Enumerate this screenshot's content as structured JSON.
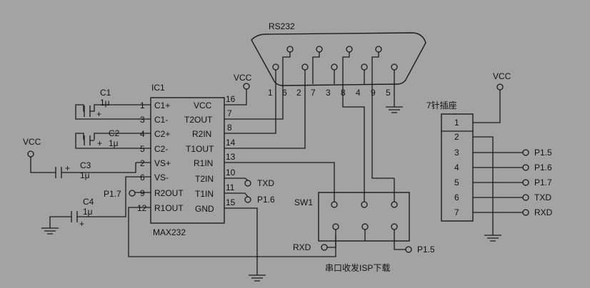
{
  "connector_db9": {
    "label": "RS232",
    "pins": [
      "1",
      "6",
      "2",
      "7",
      "3",
      "8",
      "4",
      "9",
      "5"
    ]
  },
  "ic": {
    "ref": "IC1",
    "part": "MAX232",
    "left_pins": [
      {
        "num": "1",
        "name": "C1+"
      },
      {
        "num": "3",
        "name": "C1-"
      },
      {
        "num": "4",
        "name": "C2+"
      },
      {
        "num": "5",
        "name": "C2-"
      },
      {
        "num": "2",
        "name": "VS+"
      },
      {
        "num": "6",
        "name": "VS-"
      },
      {
        "num": "9",
        "name": "R2OUT"
      },
      {
        "num": "12",
        "name": "R1OUT"
      }
    ],
    "right_pins": [
      {
        "num": "16",
        "name": "VCC"
      },
      {
        "num": "7",
        "name": "T2OUT"
      },
      {
        "num": "8",
        "name": "R2IN"
      },
      {
        "num": "14",
        "name": "T1OUT"
      },
      {
        "num": "13",
        "name": "R1IN"
      },
      {
        "num": "10",
        "name": "T2IN"
      },
      {
        "num": "11",
        "name": "T1IN"
      },
      {
        "num": "15",
        "name": "GND"
      }
    ]
  },
  "capacitors": [
    {
      "ref": "C1",
      "value": "1μ",
      "plus": "+"
    },
    {
      "ref": "C2",
      "value": "1μ",
      "plus": "+"
    },
    {
      "ref": "C3",
      "value": "1μ",
      "plus": "+"
    },
    {
      "ref": "C4",
      "value": "1μ",
      "plus": "+"
    }
  ],
  "power_labels": {
    "vcc_ic": "VCC",
    "vcc_c3": "VCC",
    "vcc_header": "VCC"
  },
  "net_labels": {
    "txd": "TXD",
    "p16": "P1.6",
    "p17": "P1.7",
    "rxd": "RXD",
    "p15": "P1.5"
  },
  "switch": {
    "ref": "SW1",
    "caption": "串口收发ISP下载"
  },
  "header": {
    "title": "7针插座",
    "pins": [
      "1",
      "2",
      "3",
      "4",
      "5",
      "6",
      "7"
    ],
    "signals": [
      "P1.5",
      "P1.6",
      "P1.7",
      "TXD",
      "RXD"
    ]
  }
}
